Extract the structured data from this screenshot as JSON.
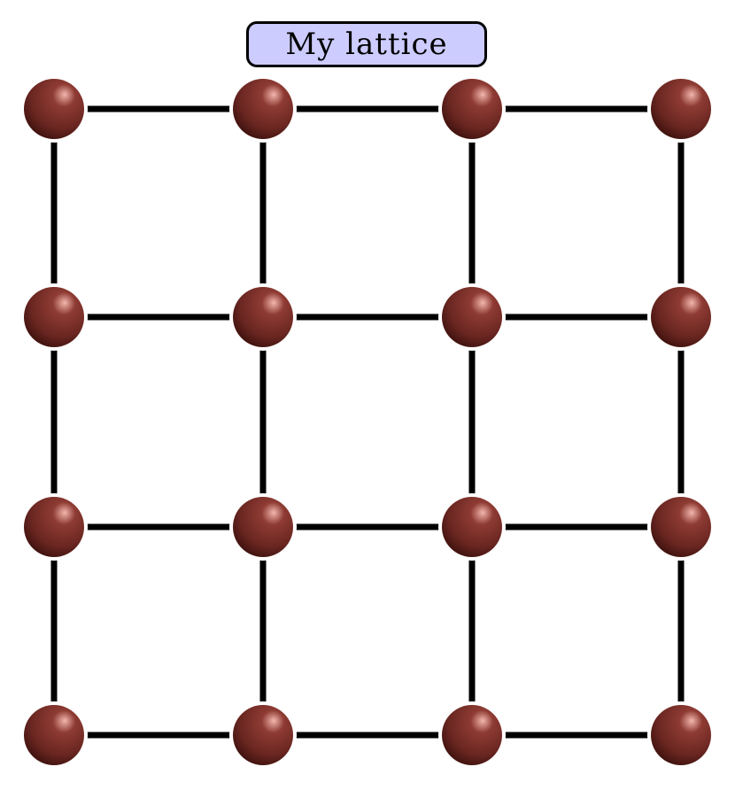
{
  "title": {
    "label": "My lattice",
    "background_color": "#ccccff",
    "border_color": "#000000"
  },
  "lattice": {
    "rows": 4,
    "columns": 4,
    "connection": "nearest-neighbor",
    "edge_color": "#000000",
    "node_colors": {
      "highlight": "#f2b6ad",
      "mid": "#8e3b33",
      "base": "#6a2621",
      "shadow": "#3a100c"
    }
  }
}
